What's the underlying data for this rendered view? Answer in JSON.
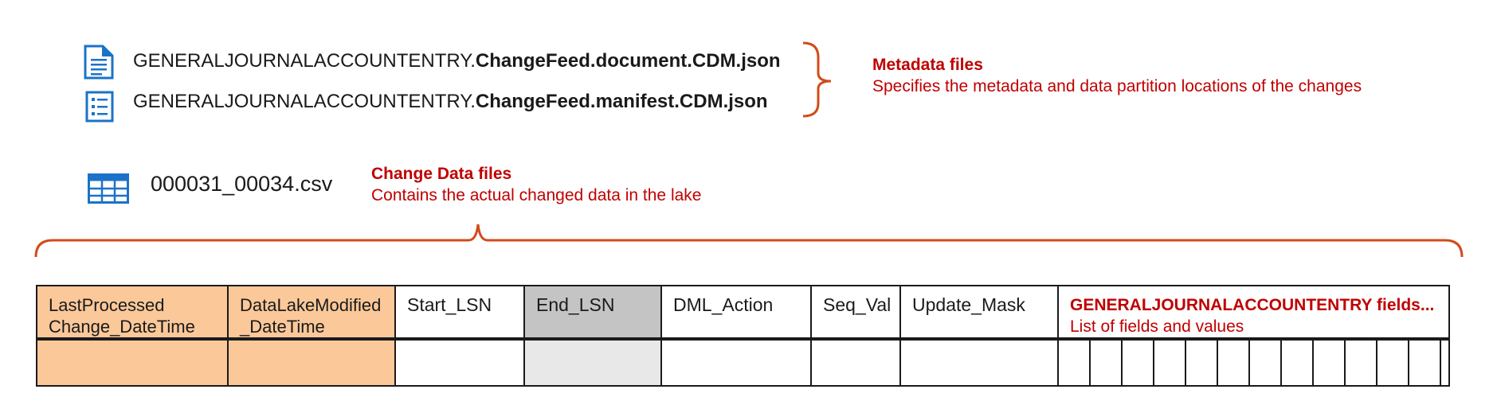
{
  "files": {
    "document": {
      "prefix": "GENERALJOURNALACCOUNTENTRY.",
      "suffix": "ChangeFeed.document.CDM.json",
      "icon": "document-icon"
    },
    "manifest": {
      "prefix": "GENERALJOURNALACCOUNTENTRY.",
      "suffix": "ChangeFeed.manifest.CDM.json",
      "icon": "list-document-icon"
    },
    "csv": {
      "name": "000031_00034.csv",
      "icon": "table-grid-icon"
    }
  },
  "annotations": {
    "metadata": {
      "title": "Metadata files",
      "description": "Specifies the metadata and data partition locations of the changes"
    },
    "change_data": {
      "title": "Change Data files",
      "description": "Contains the actual changed data in the lake"
    }
  },
  "table": {
    "columns": [
      {
        "line1": "LastProcessed",
        "line2": "Change_DateTime"
      },
      {
        "line1": "DataLakeModified",
        "line2": "_DateTime"
      },
      {
        "line1": "Start_LSN",
        "line2": ""
      },
      {
        "line1": "End_LSN",
        "line2": ""
      },
      {
        "line1": "DML_Action",
        "line2": ""
      },
      {
        "line1": "Seq_Val",
        "line2": ""
      },
      {
        "line1": "Update_Mask",
        "line2": ""
      }
    ],
    "fields_column": {
      "title": "GENERALJOURNALACCOUNTENTRY fields...",
      "subtitle": "List of fields and values"
    }
  },
  "colors": {
    "accent_red": "#c00000",
    "brace_orange": "#d24b1a",
    "icon_blue": "#1a73c8",
    "header_orange": "#fbc89a",
    "header_gray": "#c4c4c4",
    "cell_gray": "#e8e8e8"
  }
}
